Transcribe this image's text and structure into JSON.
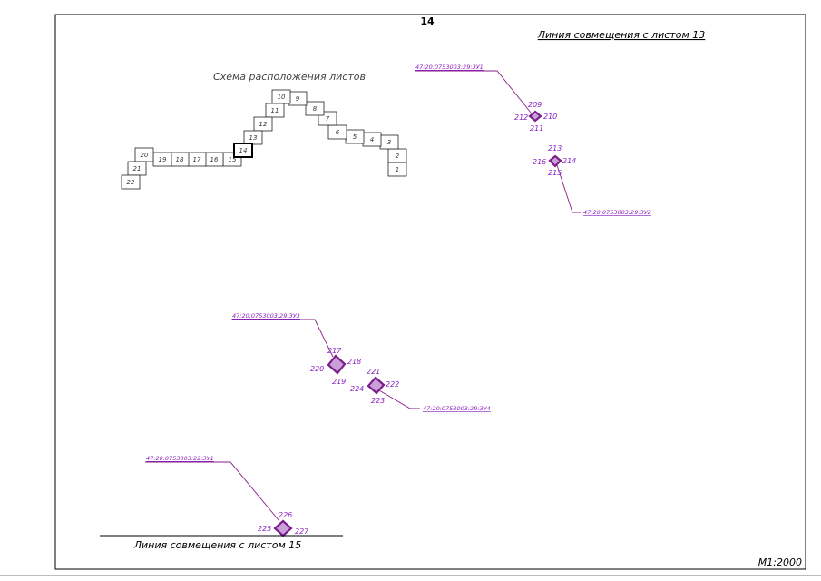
{
  "sheet_number": "14",
  "top_match_line": "Линия совмещения с листом 13",
  "bottom_match_line": "Линия совмещения с листом 15",
  "scale": "М1:2000",
  "scheme_title": "Схема расположения листов",
  "scheme_sheets": [
    "1",
    "2",
    "3",
    "4",
    "5",
    "6",
    "7",
    "8",
    "9",
    "10",
    "11",
    "12",
    "13",
    "14",
    "15",
    "16",
    "17",
    "18",
    "19",
    "20",
    "21",
    "22"
  ],
  "current_sheet": "14",
  "parcels": [
    {
      "cadastral": "47:20:0753003:29:ЗУ1",
      "points": [
        "209",
        "210",
        "211",
        "212"
      ]
    },
    {
      "cadastral": "47:20:0753003:29:ЗУ2",
      "points": [
        "213",
        "214",
        "215",
        "216"
      ]
    },
    {
      "cadastral": "47:20:0753003:29:ЗУ3",
      "points": [
        "217",
        "218",
        "219",
        "220"
      ]
    },
    {
      "cadastral": "47:20:0753003:29:ЗУ4",
      "points": [
        "221",
        "222",
        "223",
        "224"
      ]
    },
    {
      "cadastral": "47:20:0753003:22:ЗУ1",
      "points": [
        "226",
        "227",
        "225"
      ]
    }
  ],
  "colors": {
    "annotation": "#8a1fbf",
    "parcel_fill": "#c9a0d8",
    "frame": "#000000"
  }
}
